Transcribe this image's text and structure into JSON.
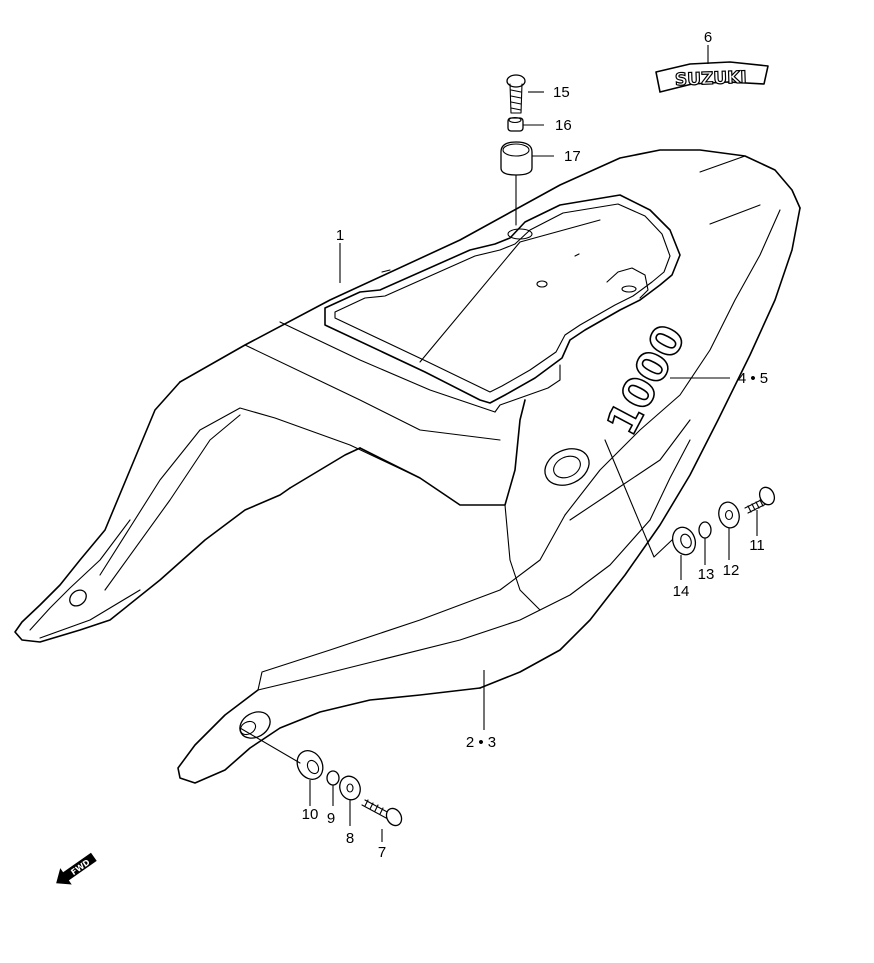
{
  "callouts": {
    "c1": "1",
    "c23": "2 • 3",
    "c45": "4 • 5",
    "c6": "6",
    "c7": "7",
    "c8": "8",
    "c9": "9",
    "c10": "10",
    "c11": "11",
    "c12": "12",
    "c13": "13",
    "c14": "14",
    "c15": "15",
    "c16": "16",
    "c17": "17"
  },
  "emblem_text": "SUZUKI",
  "badge_text": "1000",
  "direction_label": "FWD"
}
